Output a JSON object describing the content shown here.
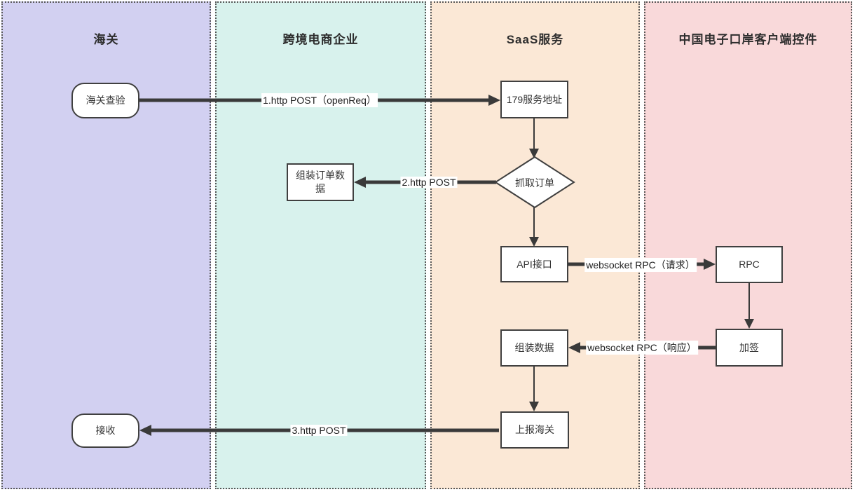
{
  "diagram": {
    "type": "swimlane-flowchart",
    "lanes": [
      {
        "id": "customs",
        "title": "海关",
        "color": "#d2d0f1"
      },
      {
        "id": "ecommerce",
        "title": "跨境电商企业",
        "color": "#d8f2ed"
      },
      {
        "id": "saas",
        "title": "SaaS服务",
        "color": "#fbe8d6"
      },
      {
        "id": "eport",
        "title": "中国电子口岸客户端控件",
        "color": "#f9d9da"
      }
    ],
    "nodes": [
      {
        "id": "customs-inspection",
        "label": "海关查验",
        "shape": "rounded",
        "lane": "customs"
      },
      {
        "id": "service-179",
        "label": "179服务地址",
        "shape": "rect",
        "lane": "saas"
      },
      {
        "id": "fetch-order",
        "label": "抓取订单",
        "shape": "diamond",
        "lane": "saas"
      },
      {
        "id": "assemble-order-data",
        "label": "组装订单数据",
        "shape": "rect",
        "lane": "ecommerce"
      },
      {
        "id": "api-interface",
        "label": "API接口",
        "shape": "rect",
        "lane": "saas"
      },
      {
        "id": "rpc",
        "label": "RPC",
        "shape": "rect",
        "lane": "eport"
      },
      {
        "id": "sign",
        "label": "加签",
        "shape": "rect",
        "lane": "eport"
      },
      {
        "id": "assemble-data",
        "label": "组装数据",
        "shape": "rect",
        "lane": "saas"
      },
      {
        "id": "report-customs",
        "label": "上报海关",
        "shape": "rect",
        "lane": "saas"
      },
      {
        "id": "receive",
        "label": "接收",
        "shape": "rounded",
        "lane": "customs"
      }
    ],
    "edges": [
      {
        "from": "海关查验",
        "to": "179服务地址",
        "label": "1.http POST（openReq）"
      },
      {
        "from": "179服务地址",
        "to": "抓取订单",
        "label": ""
      },
      {
        "from": "抓取订单",
        "to": "组装订单数据",
        "label": "2.http POST"
      },
      {
        "from": "抓取订单",
        "to": "API接口",
        "label": ""
      },
      {
        "from": "API接口",
        "to": "RPC",
        "label": "websocket RPC（请求）"
      },
      {
        "from": "RPC",
        "to": "加签",
        "label": ""
      },
      {
        "from": "加签",
        "to": "组装数据",
        "label": "websocket RPC（响应）"
      },
      {
        "from": "组装数据",
        "to": "上报海关",
        "label": ""
      },
      {
        "from": "上报海关",
        "to": "接收",
        "label": "3.http POST"
      }
    ],
    "colors": {
      "node_border": "#404040",
      "node_fill": "#ffffff",
      "arrow": "#3a3a3a",
      "lane_border": "#575757"
    }
  }
}
